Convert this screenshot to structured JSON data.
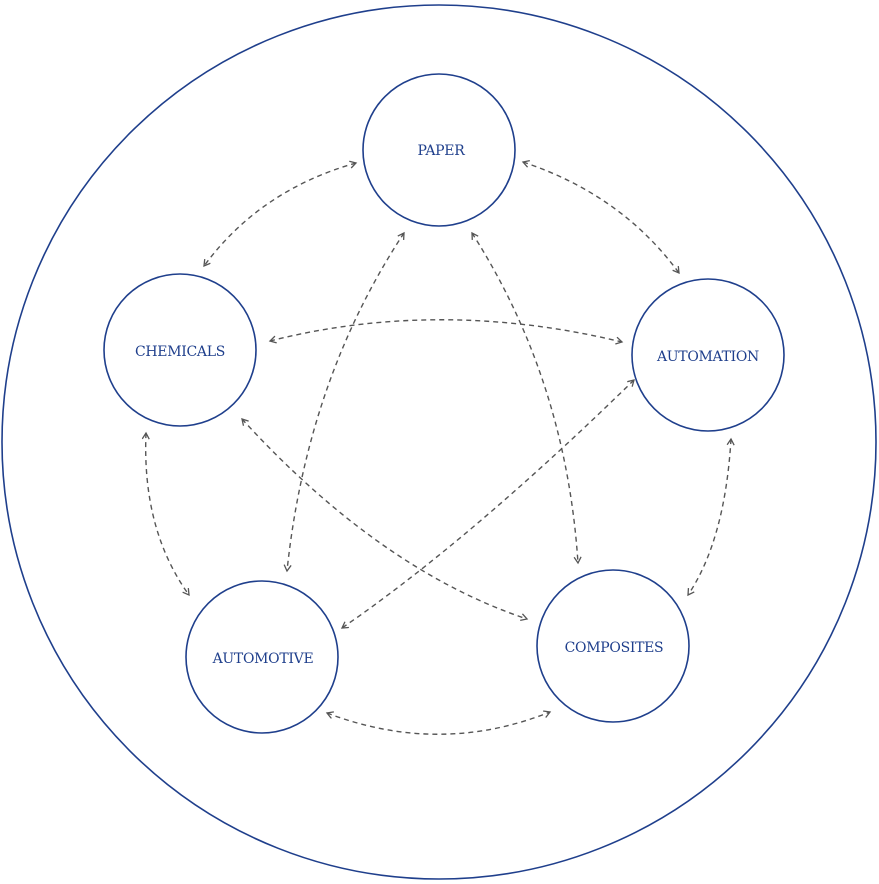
{
  "colors": {
    "node_stroke": "#1f3f8c",
    "node_text": "#1f3f8c",
    "outer_stroke": "#1f3f8c",
    "link_stroke": "#555555"
  },
  "nodes": [
    {
      "id": "paper",
      "label": "PAPER"
    },
    {
      "id": "chemicals",
      "label": "CHEMICALS"
    },
    {
      "id": "automation",
      "label": "AUTOMATION"
    },
    {
      "id": "automotive",
      "label": "AUTOMOTIVE"
    },
    {
      "id": "composites",
      "label": "COMPOSITES"
    }
  ],
  "links": [
    {
      "from": "paper",
      "to": "chemicals",
      "style": "dashed",
      "arrows": "both"
    },
    {
      "from": "paper",
      "to": "automation",
      "style": "dashed",
      "arrows": "both"
    },
    {
      "from": "paper",
      "to": "automotive",
      "style": "dashed",
      "arrows": "both"
    },
    {
      "from": "paper",
      "to": "composites",
      "style": "dashed",
      "arrows": "both"
    },
    {
      "from": "chemicals",
      "to": "automation",
      "style": "dashed",
      "arrows": "both"
    },
    {
      "from": "chemicals",
      "to": "automotive",
      "style": "dashed",
      "arrows": "both"
    },
    {
      "from": "chemicals",
      "to": "composites",
      "style": "dashed",
      "arrows": "both"
    },
    {
      "from": "automation",
      "to": "automotive",
      "style": "dashed",
      "arrows": "both"
    },
    {
      "from": "automation",
      "to": "composites",
      "style": "dashed",
      "arrows": "both"
    },
    {
      "from": "automotive",
      "to": "composites",
      "style": "dashed",
      "arrows": "both"
    }
  ]
}
